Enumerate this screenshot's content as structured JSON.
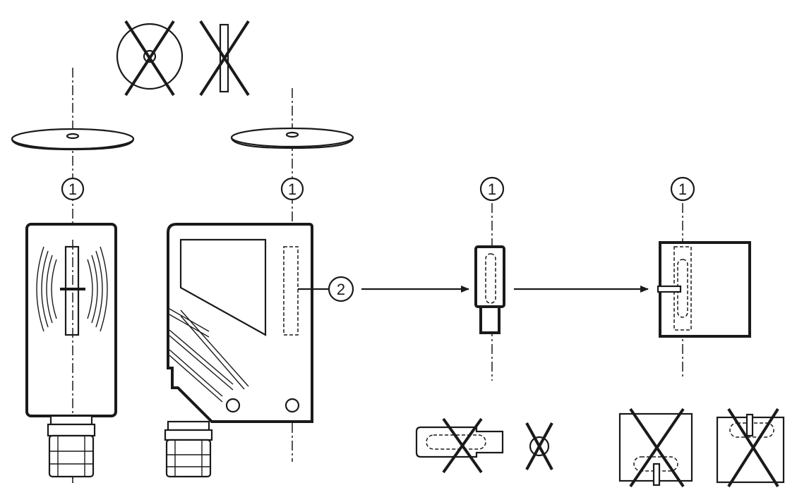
{
  "callouts": {
    "c1_a": "1",
    "c1_b": "1",
    "c1_c": "1",
    "c1_d": "1",
    "c2": "2"
  },
  "colors": {
    "line": "#1a1a1a",
    "background": "#ffffff"
  }
}
